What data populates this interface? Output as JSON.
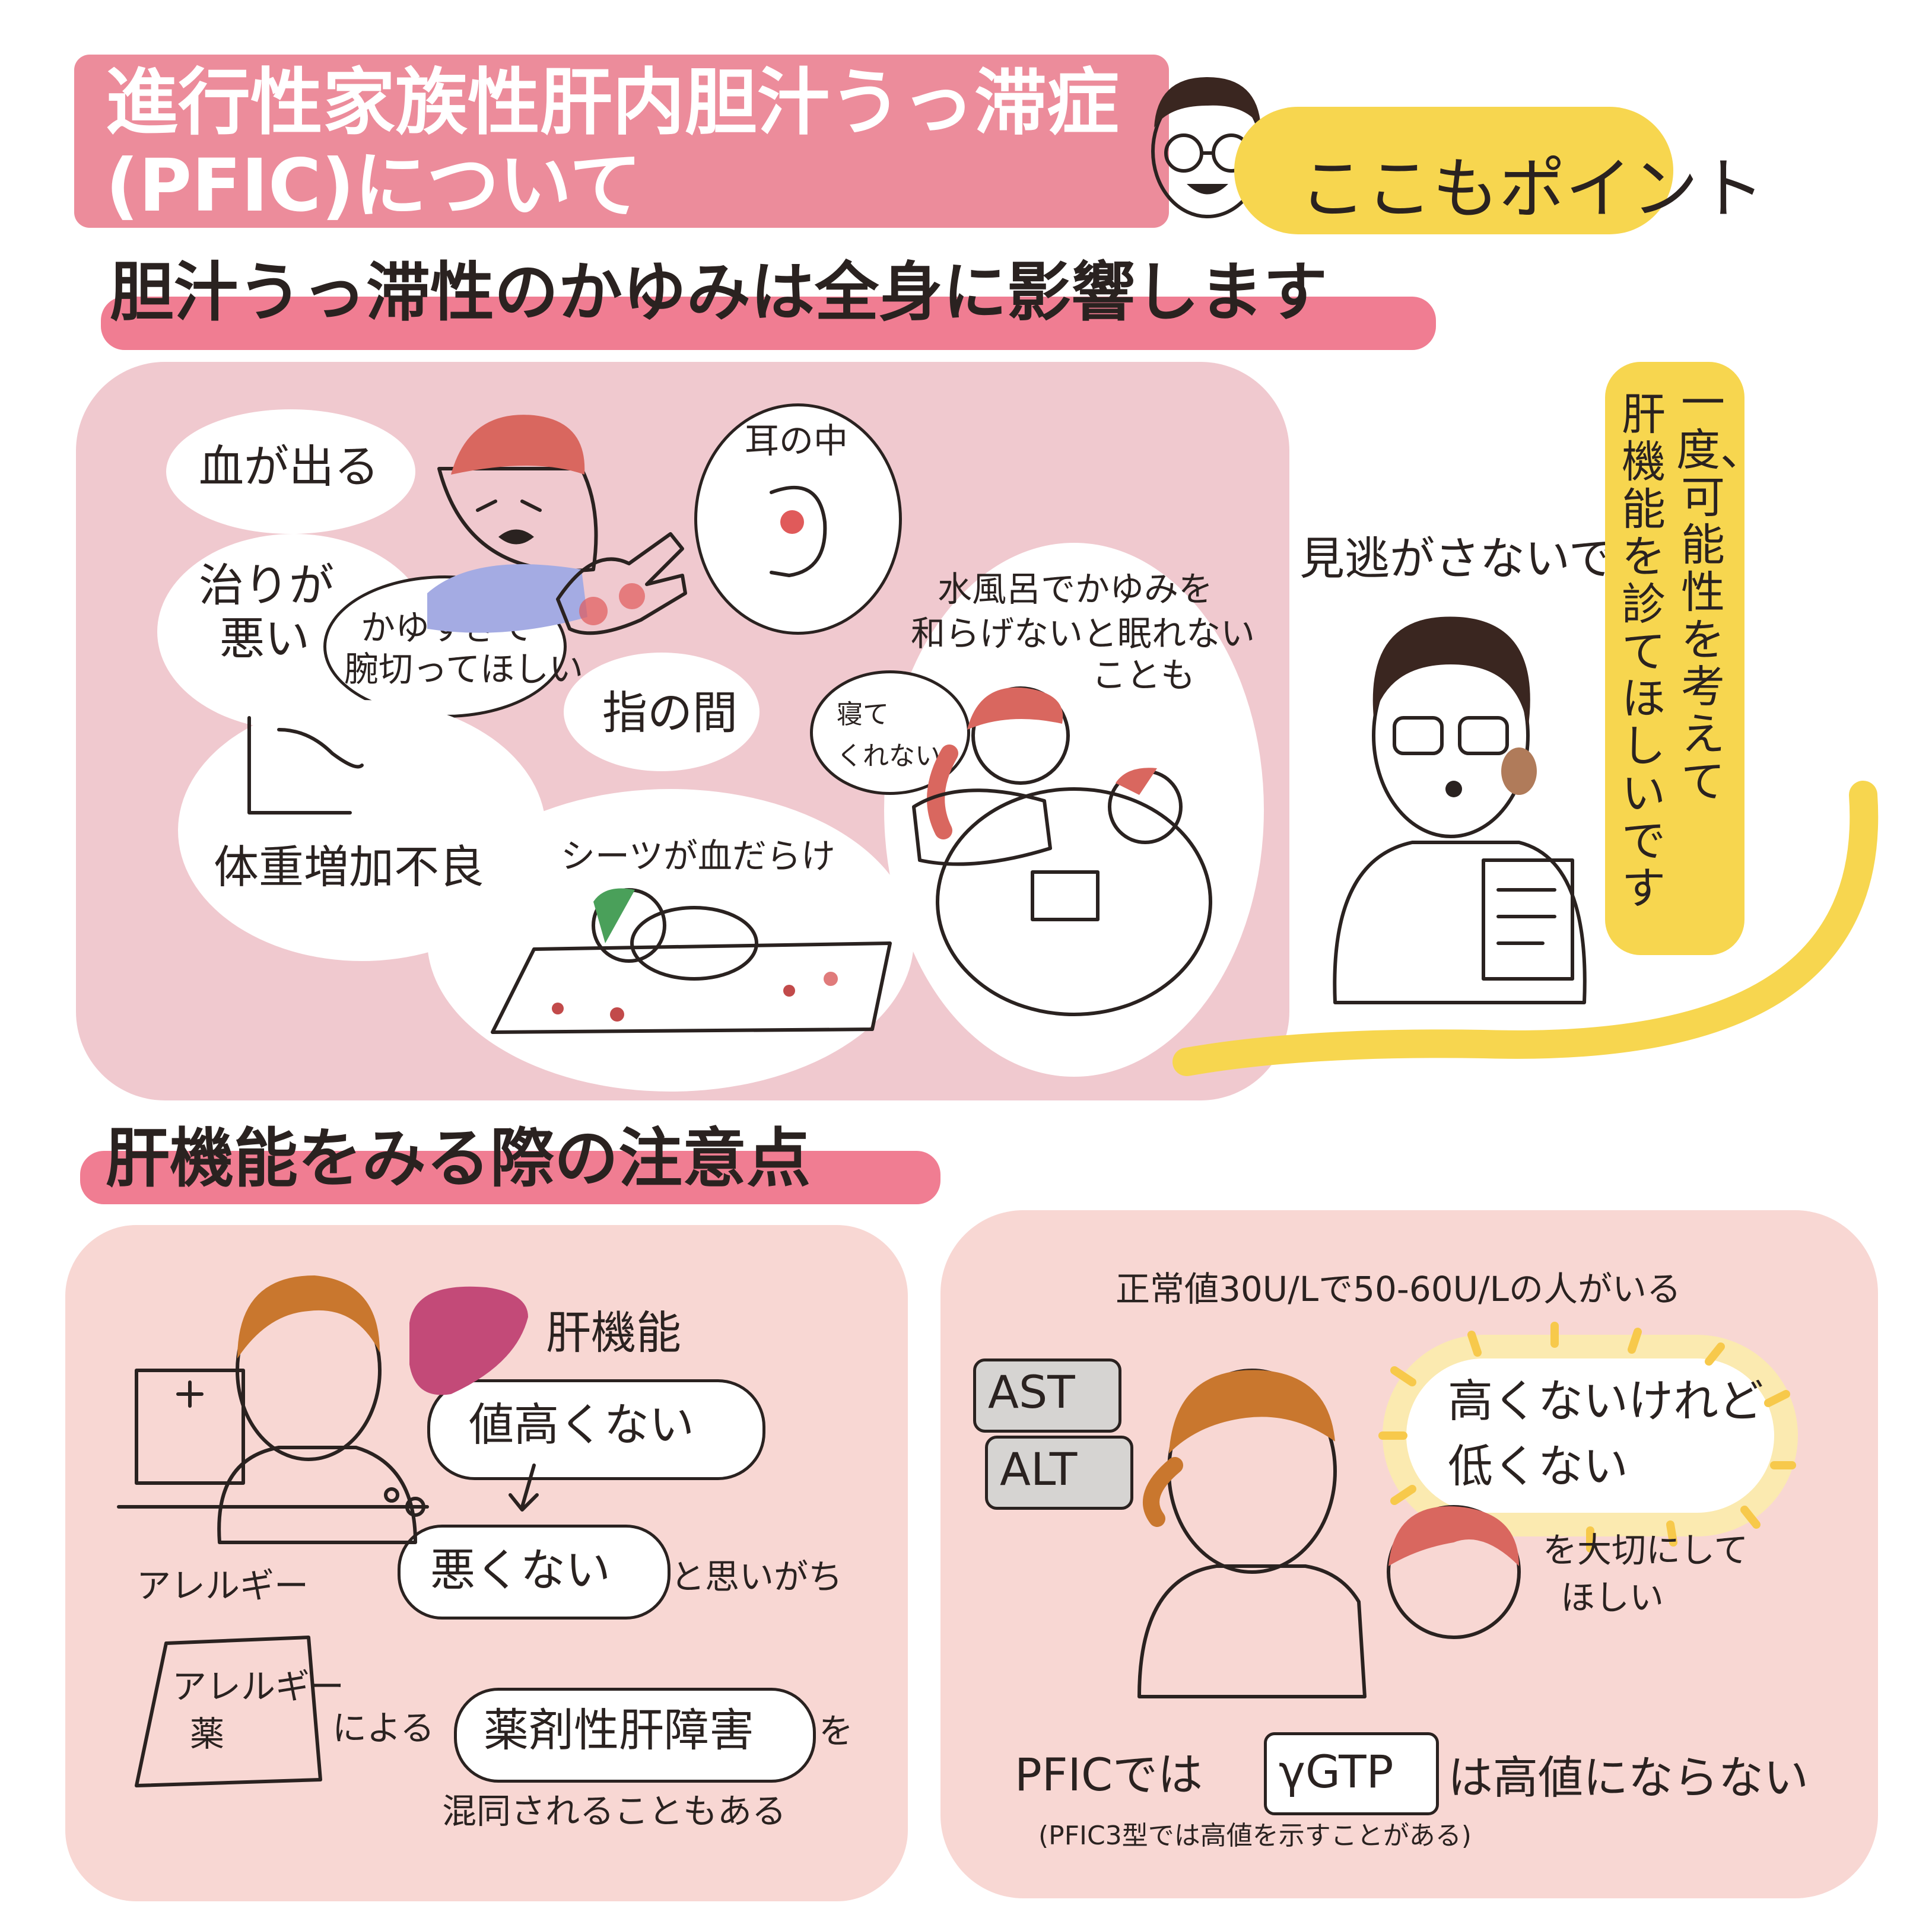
{
  "header": {
    "title_line1": "進行性家族性肝内胆汁うっ滞症",
    "title_line2": "(PFIC)について",
    "point_tag": "ここもポイント"
  },
  "section1": {
    "heading": "胆汁うっ滞性のかゆみは全身に影響します",
    "bubbles": {
      "bleeding": "血が出る",
      "ear_inside": "耳の中",
      "poor_healing_line1": "治りが",
      "poor_healing_line2": "悪い",
      "want_cut_line1": "かゆすぎて",
      "want_cut_line2": "腕切ってほしい",
      "between_fingers": "指の間",
      "cold_bath_line1": "水風呂でかゆみを",
      "cold_bath_line2": "和らげないと眠れない",
      "cold_bath_line3": "ことも",
      "no_sleep_line1": "寝て",
      "no_sleep_line2": "くれない",
      "weight_gain": "体重増加不良",
      "bloody_sheets": "シーツが血だらけ"
    },
    "doctor_callout": {
      "dont_miss": "見逃がさないで!!",
      "vertical_col1": "一度、可能性を考えて",
      "vertical_col2": "肝機能を診てほしいです"
    }
  },
  "section2": {
    "heading": "肝機能をみる際の注意点",
    "left_panel": {
      "liver_function": "肝機能",
      "value_not_high": "値高くない",
      "not_bad": "悪くない",
      "tend_to_think": "と思いがち",
      "allergy": "アレルギー",
      "allergy_med_line1": "アレルギー",
      "allergy_med_line2": "薬",
      "due_to": "による",
      "drug_liver_injury": "薬剤性肝障害",
      "wo": "を",
      "confused": "混同されることもある"
    },
    "right_panel": {
      "normal_value_note": "正常値30U/Lで50-60U/Lの人がいる",
      "ast": "AST",
      "alt": "ALT",
      "not_high_line1": "高くないけれど",
      "not_high_line2": "低くない",
      "please_value_line1": "を大切にして",
      "please_value_line2": "ほしい",
      "pfic_prefix": "PFICでは",
      "ggtp": "γGTP",
      "not_elevated": "は高値にならない",
      "footnote": "(PFIC3型では高値を示すことがある)"
    }
  },
  "colors": {
    "title_pink": "#ec8c9b",
    "highlight_pink": "#f07d92",
    "panel_top": "#f0c9cf",
    "panel_bottom": "#f8d7d3",
    "yellow": "#f7d64f",
    "skin": "#fbe6d8",
    "hair_red": "#d9675f",
    "hair_brown": "#c9772e",
    "shirt_blue": "#a4abe3"
  },
  "icons": [
    "doctor-face-icon",
    "child-face-icon",
    "hand-icon",
    "ear-icon",
    "liver-icon",
    "doctor-icon",
    "bath-icon",
    "baby-icon",
    "computer-icon",
    "document-icon",
    "nurse-icon"
  ]
}
